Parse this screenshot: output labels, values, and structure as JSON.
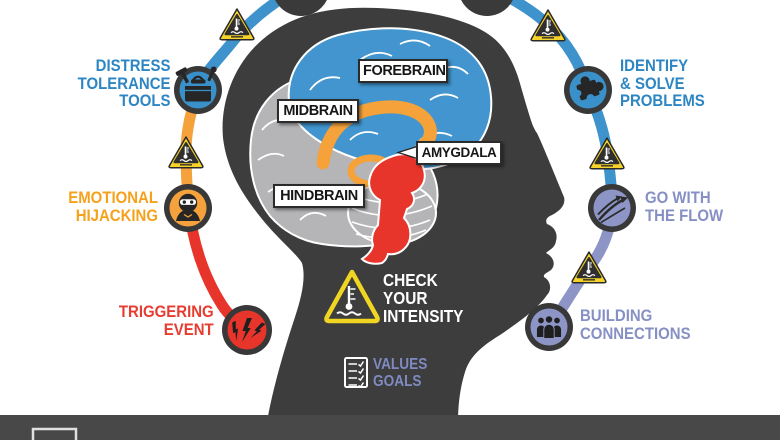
{
  "cycle": {
    "left": [
      {
        "label": "DISTRESS\nTOLERANCE\nTOOLS",
        "icon": "toolbox-icon",
        "color": "#3a90c9"
      },
      {
        "label": "EMOTIONAL\nHIJACKING",
        "icon": "ninja-icon",
        "color": "#f5a23c"
      },
      {
        "label": "TRIGGERING\nEVENT",
        "icon": "lightning-icon",
        "color": "#e8352b"
      }
    ],
    "right": [
      {
        "label": "IDENTIFY\n& SOLVE\nPROBLEMS",
        "icon": "puzzle-icon",
        "color": "#3a90c9"
      },
      {
        "label": "GO WITH\nTHE FLOW",
        "icon": "flow-arrows-icon",
        "color": "#8d95c6"
      },
      {
        "label": "BUILDING\nCONNECTIONS",
        "icon": "people-icon",
        "color": "#8d95c6"
      }
    ],
    "warning_icon": "thermometer-intensity-warning"
  },
  "brain": {
    "labels": {
      "forebrain": "FOREBRAIN",
      "midbrain": "MIDBRAIN",
      "amygdala": "AMYGDALA",
      "hindbrain": "HINDBRAIN"
    },
    "region_colors": {
      "forebrain": "#4295ce",
      "limbic": "#f4a239",
      "brainstem": "#e8352b",
      "posterior": "#b5b5b7"
    }
  },
  "center": {
    "check_intensity_label": "CHECK\nYOUR\nINTENSITY",
    "values_goals_label": "VALUES\nGOALS"
  },
  "colors": {
    "head_silhouette": "#3d3d3d",
    "footer_bar": "#484848",
    "path_blue": "#3f93cc",
    "path_orange": "#f5a23c",
    "path_red": "#e8352b",
    "path_purple": "#8d95c6",
    "warning_yellow": "#f6d32b",
    "text_blue": "#2d86c3",
    "text_orange": "#f5a11c",
    "text_red": "#e73c30",
    "text_purple": "#8690c4"
  }
}
